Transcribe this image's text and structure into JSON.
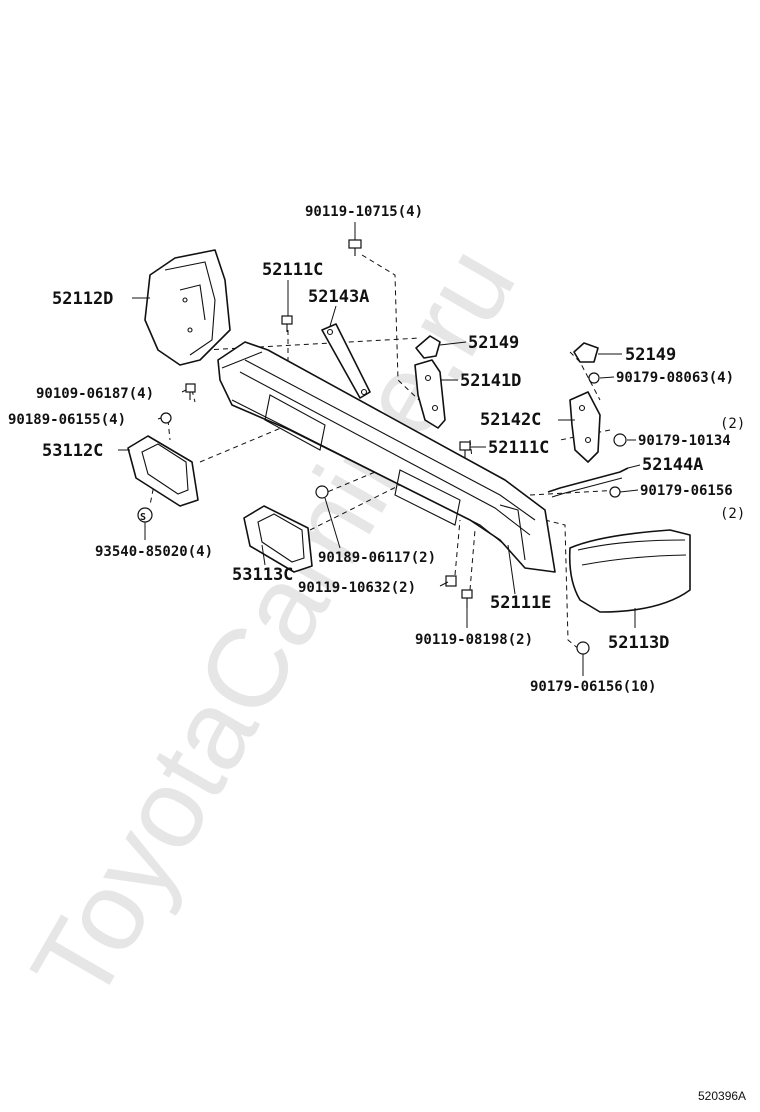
{
  "watermark": "ToyotaCamine.ru",
  "diagram_id": "520396A",
  "labels": {
    "p90119_10715": "90119-10715(4)",
    "p52111c_top": "52111C",
    "p52112d": "52112D",
    "p52143a": "52143A",
    "p52149_left": "52149",
    "p52149_right": "52149",
    "p90179_08063": "90179-08063(4)",
    "p52141d": "52141D",
    "p90109_06187": "90109-06187(4)",
    "p90189_06155": "90189-06155(4)",
    "p52142c": "52142C",
    "qty_10134": "(2)",
    "p90179_10134": "90179-10134",
    "p53112c": "53112C",
    "p52111c_mid": "52111C",
    "p52144a": "52144A",
    "p90179_06156_a": "90179-06156",
    "qty_06156_a": "(2)",
    "s_mark": "S",
    "p93540_85020": "93540-85020(4)",
    "p90189_06117": "90189-06117(2)",
    "p53113c": "53113C",
    "p90119_10632": "90119-10632(2)",
    "p52111e": "52111E",
    "p52113d": "52113D",
    "p90119_08198": "90119-08198(2)",
    "p90179_06156_b": "90179-06156(10)"
  }
}
